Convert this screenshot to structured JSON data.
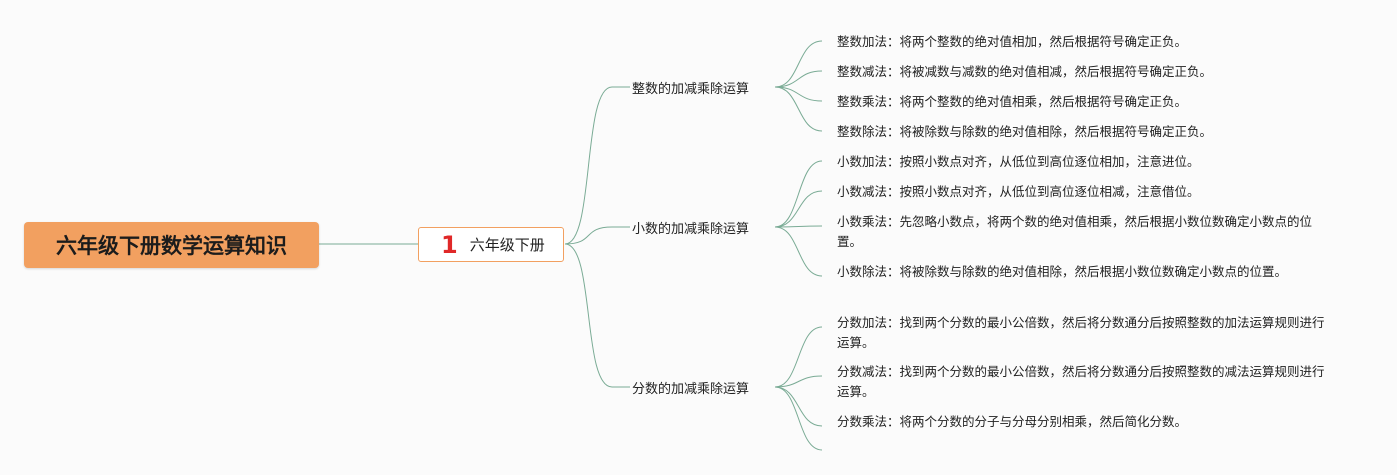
{
  "root": {
    "label": "六年级下册数学运算知识"
  },
  "level1": {
    "number": "1",
    "label": "六年级下册"
  },
  "branches": [
    {
      "label": "整数的加减乘除运算",
      "leaves": [
        "整数加法：将两个整数的绝对值相加，然后根据符号确定正负。",
        "整数减法：将被减数与减数的绝对值相减，然后根据符号确定正负。",
        "整数乘法：将两个整数的绝对值相乘，然后根据符号确定正负。",
        "整数除法：将被除数与除数的绝对值相除，然后根据符号确定正负。"
      ]
    },
    {
      "label": "小数的加减乘除运算",
      "leaves": [
        "小数加法：按照小数点对齐，从低位到高位逐位相加，注意进位。",
        "小数减法：按照小数点对齐，从低位到高位逐位相减，注意借位。",
        "小数乘法：先忽略小数点，将两个数的绝对值相乘，然后根据小数位数确定小数点的位置。",
        "小数除法：将被除数与除数的绝对值相除，然后根据小数位数确定小数点的位置。"
      ]
    },
    {
      "label": "分数的加减乘除运算",
      "leaves": [
        "分数加法：找到两个分数的最小公倍数，然后将分数通分后按照整数的加法运算规则进行运算。",
        "分数减法：找到两个分数的最小公倍数，然后将分数通分后按照整数的减法运算规则进行运算。",
        "分数乘法：将两个分数的分子与分母分别相乘，然后简化分数。"
      ]
    }
  ],
  "colors": {
    "line": "#7aab95",
    "root_fill": "#f2a060",
    "accent_number": "#e02828"
  }
}
